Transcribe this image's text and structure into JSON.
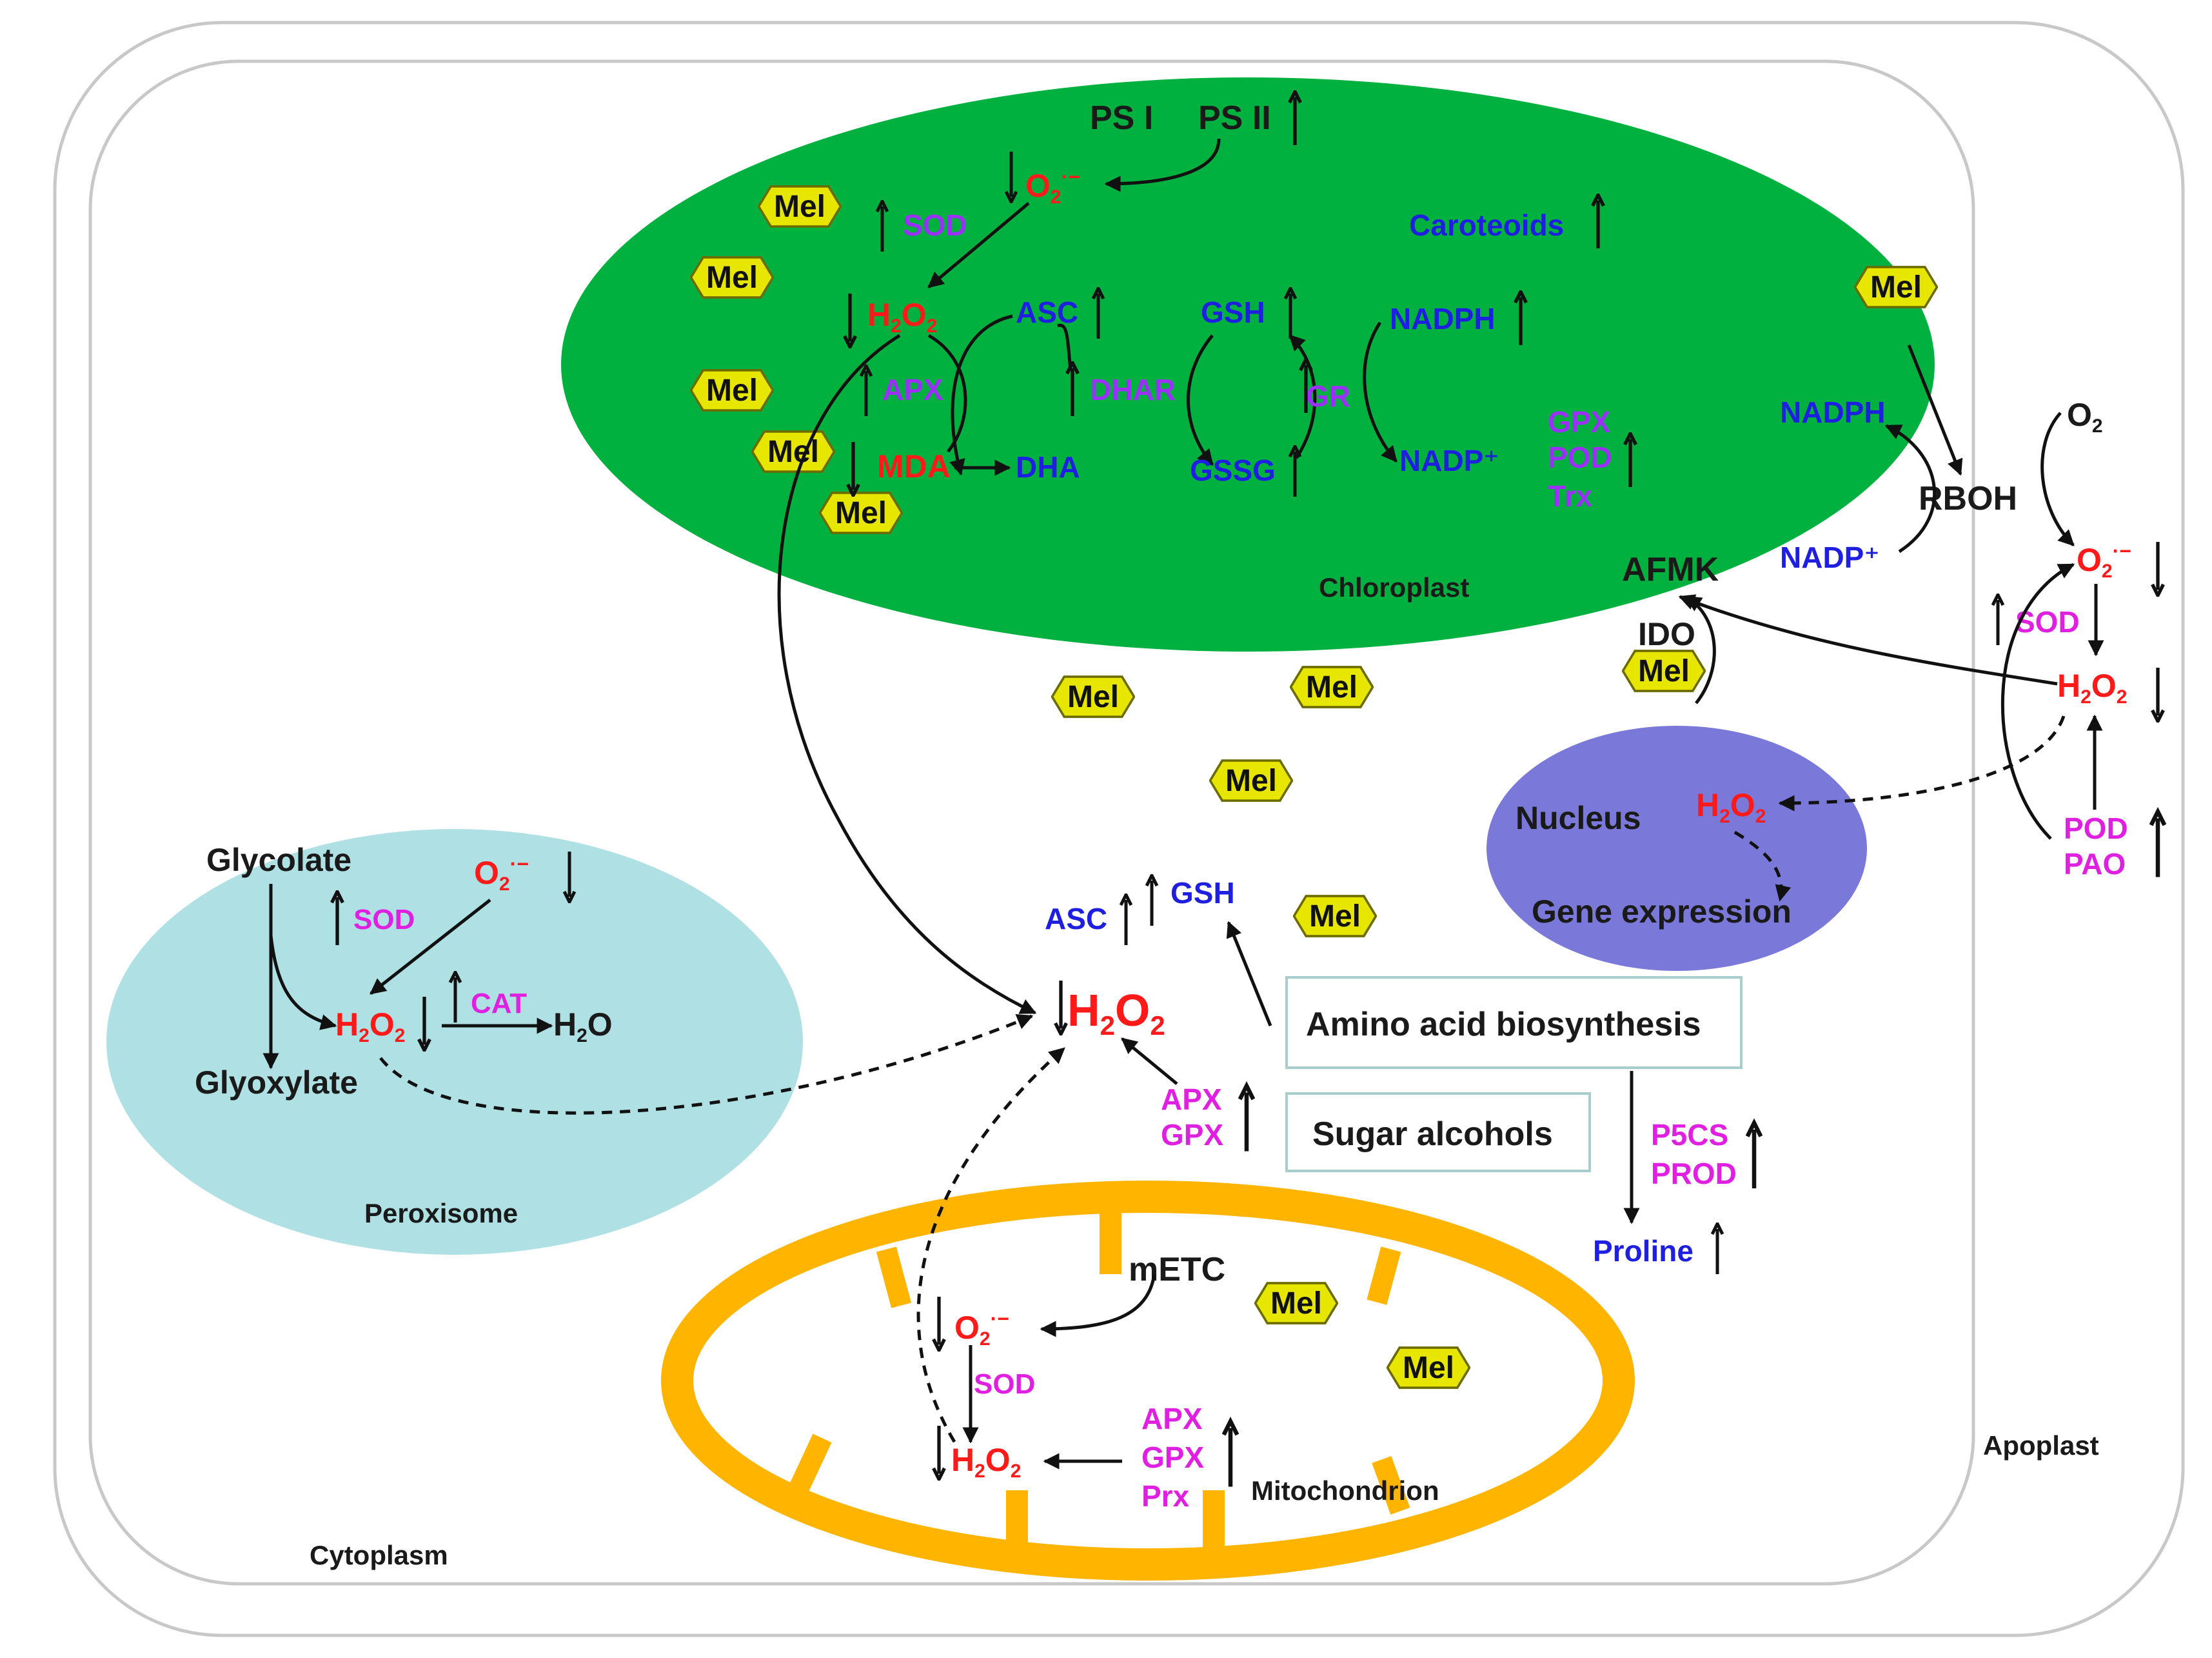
{
  "compartments": {
    "chloroplast": "Chloroplast",
    "peroxisome": "Peroxisome",
    "nucleus": "Nucleus",
    "mitochondrion": "Mitochondrion",
    "cytoplasm": "Cytoplasm",
    "apoplast": "Apoplast"
  },
  "mel": "Mel",
  "chloro": {
    "ps1": "PS I",
    "ps2": "PS II",
    "o2": "O",
    "o2sub": "2",
    "o2sup": "·−",
    "sod": "SOD",
    "h2o2_h": "H",
    "h2o2_2a": "2",
    "h2o2_o": "O",
    "h2o2_2b": "2",
    "asc": "ASC",
    "apx": "APX",
    "dhar": "DHAR",
    "mda": "MDA",
    "dha": "DHA",
    "gsh": "GSH",
    "gssg": "GSSG",
    "gr": "GR",
    "nadph": "NADPH",
    "nadp": "NADP⁺",
    "carot": "Caroteoids",
    "gpx": "GPX",
    "pod": "POD",
    "trx": "Trx"
  },
  "perox": {
    "glycolate": "Glycolate",
    "glyoxylate": "Glyoxylate",
    "o2": "O",
    "o2sub": "2",
    "o2sup": "·−",
    "sod": "SOD",
    "cat": "CAT",
    "h2o2_h": "H",
    "h2o2_2a": "2",
    "h2o2_o": "O",
    "h2o2_2b": "2",
    "h2o_h": "H",
    "h2o_2": "2",
    "h2o_o": "O"
  },
  "cyto": {
    "asc": "ASC",
    "gsh": "GSH",
    "h2o2_h": "H",
    "h2o2_2a": "2",
    "h2o2_o": "O",
    "h2o2_2b": "2",
    "apx": "APX",
    "gpx": "GPX",
    "amino": "Amino acid biosynthesis",
    "sugar": "Sugar alcohols",
    "p5cs": "P5CS",
    "prod": "PROD",
    "proline": "Proline"
  },
  "nuc": {
    "h2o2_h": "H",
    "h2o2_2a": "2",
    "h2o2_o": "O",
    "h2o2_2b": "2",
    "gene": "Gene expression"
  },
  "right": {
    "afmk": "AFMK",
    "ido": "IDO",
    "nadph": "NADPH",
    "nadp": "NADP⁺",
    "rboh": "RBOH",
    "o2": "O",
    "o2sub": "2",
    "o2r": "O",
    "o2rsub": "2",
    "o2rsup": "·−",
    "sod": "SOD",
    "h2o2_h": "H",
    "h2o2_2a": "2",
    "h2o2_o": "O",
    "h2o2_2b": "2",
    "pod": "POD",
    "pao": "PAO"
  },
  "mito": {
    "metc": "mETC",
    "o2": "O",
    "o2sub": "2",
    "o2sup": "·−",
    "sod": "SOD",
    "h2o2_h": "H",
    "h2o2_2a": "2",
    "h2o2_o": "O",
    "h2o2_2b": "2",
    "apx": "APX",
    "gpx": "GPX",
    "prx": "Prx"
  },
  "colors": {
    "chloroplast": "#00b140",
    "peroxisome": "#aee0e4",
    "nucleus": "#7a78d8",
    "mitochondrion": "#ffb400",
    "mel": "#e6e600",
    "red": "#ff1a1a",
    "blue": "#1f1fe0",
    "purple": "#9b30ff",
    "magenta": "#e020e0"
  }
}
